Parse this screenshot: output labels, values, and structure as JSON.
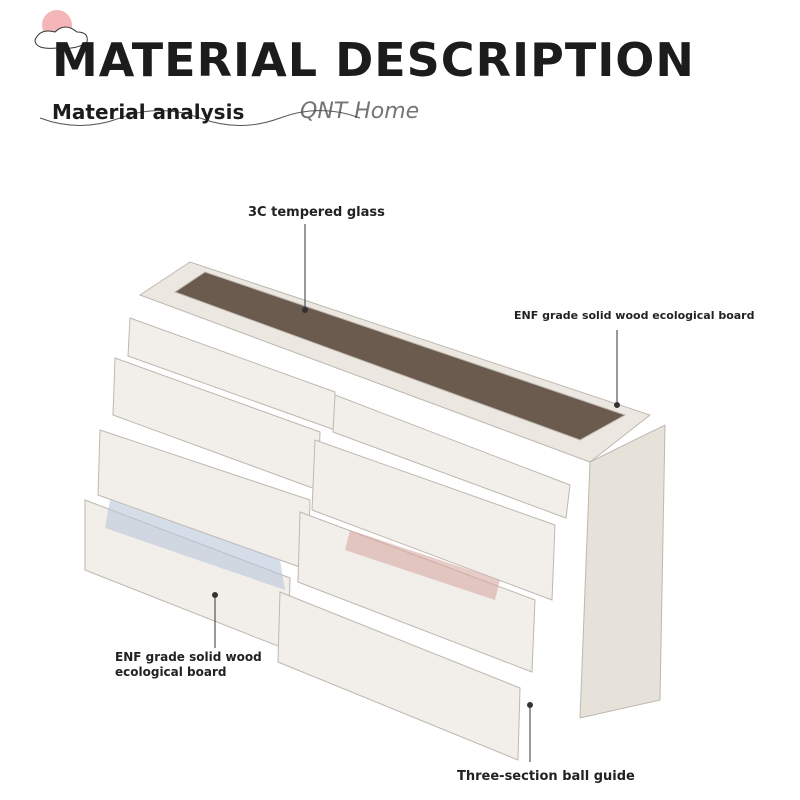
{
  "header": {
    "title": "MATERIAL DESCRIPTION",
    "subtitle": "Material analysis",
    "watermark": "QNT Home"
  },
  "labels": {
    "glass": "3C tempered glass",
    "board_top": "ENF grade solid wood ecological board",
    "board_left_1": "ENF grade solid wood",
    "board_left_2": "ecological board",
    "guide": "Three-section ball guide"
  },
  "colors": {
    "panel": "#ece8e1",
    "glass": "#6b5a4e",
    "text": "#1c1c1c"
  }
}
